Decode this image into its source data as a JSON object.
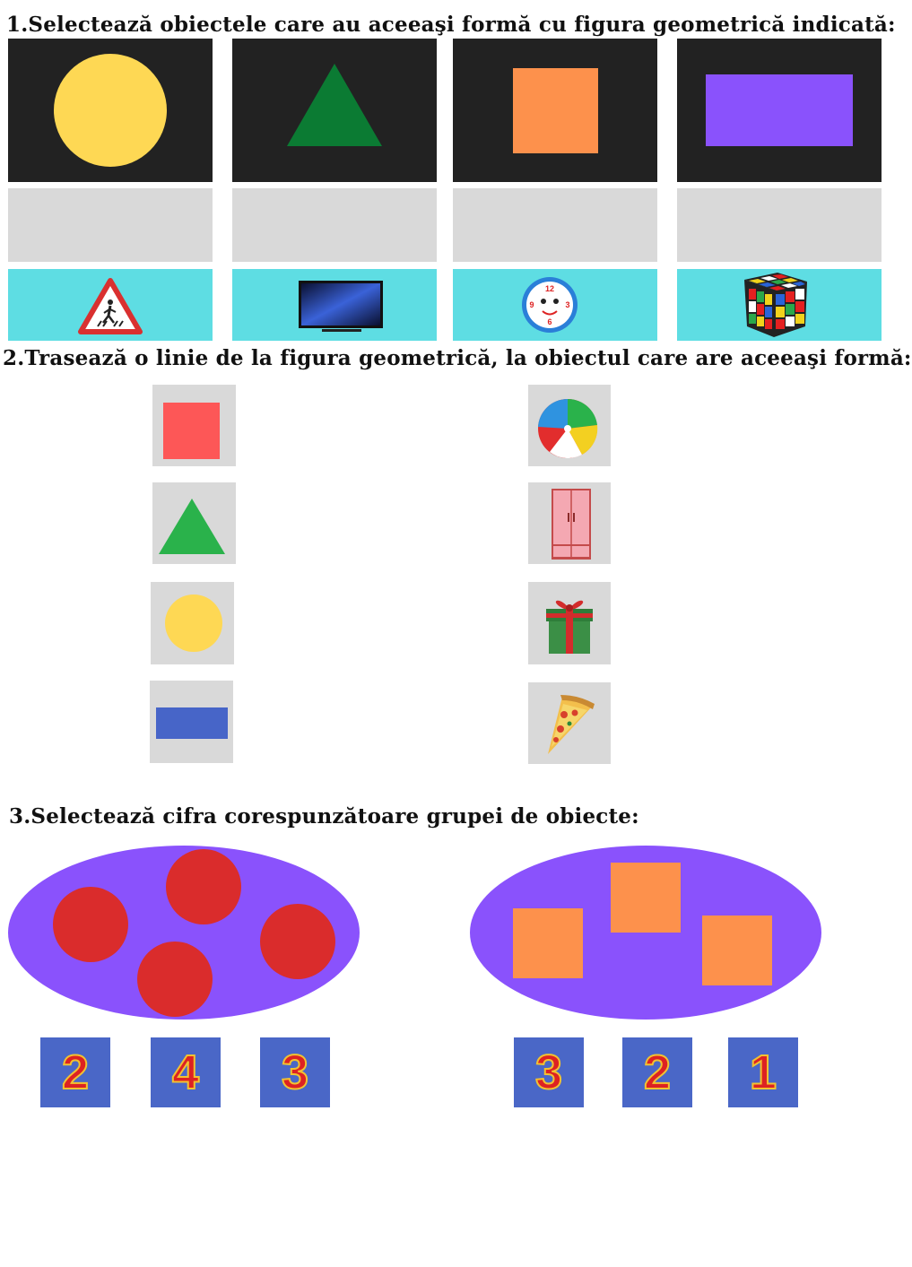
{
  "section1": {
    "title": "1.Selectează obiectele care au aceeaşi formă cu figura geometrică indicată:",
    "shapes": [
      {
        "shape": "circle",
        "color": "#fed854"
      },
      {
        "shape": "triangle",
        "color": "#0b7b33"
      },
      {
        "shape": "square",
        "color": "#fd914c"
      },
      {
        "shape": "rectangle",
        "color": "#8a52fc"
      }
    ],
    "objects": [
      "warning-sign-icon",
      "tv-icon",
      "clock-icon",
      "rubiks-cube-icon"
    ],
    "clock_numbers": [
      "12",
      "3",
      "6",
      "9"
    ]
  },
  "section2": {
    "title": "2.Trasează o linie de la figura geometrică, la obiectul care are aceeaşi formă:",
    "left_shapes": [
      {
        "shape": "square",
        "color": "#fd5757"
      },
      {
        "shape": "triangle",
        "color": "#2ab24b"
      },
      {
        "shape": "circle",
        "color": "#fed854"
      },
      {
        "shape": "rectangle",
        "color": "#4765c8"
      }
    ],
    "right_objects": [
      "ball-icon",
      "wardrobe-icon",
      "gift-box-icon",
      "pizza-slice-icon"
    ]
  },
  "section3": {
    "title": "3.Selectează cifra corespunzătoare grupei de obiecte:",
    "group1": {
      "count_shape": "circle",
      "count": 4,
      "color": "#da2c2c",
      "choices": [
        "2",
        "4",
        "3"
      ]
    },
    "group2": {
      "count_shape": "square",
      "count": 3,
      "color": "#fd914c",
      "choices": [
        "3",
        "2",
        "1"
      ]
    },
    "colors": {
      "ellipse": "#8a52fc",
      "button": "#4a67c7"
    }
  }
}
